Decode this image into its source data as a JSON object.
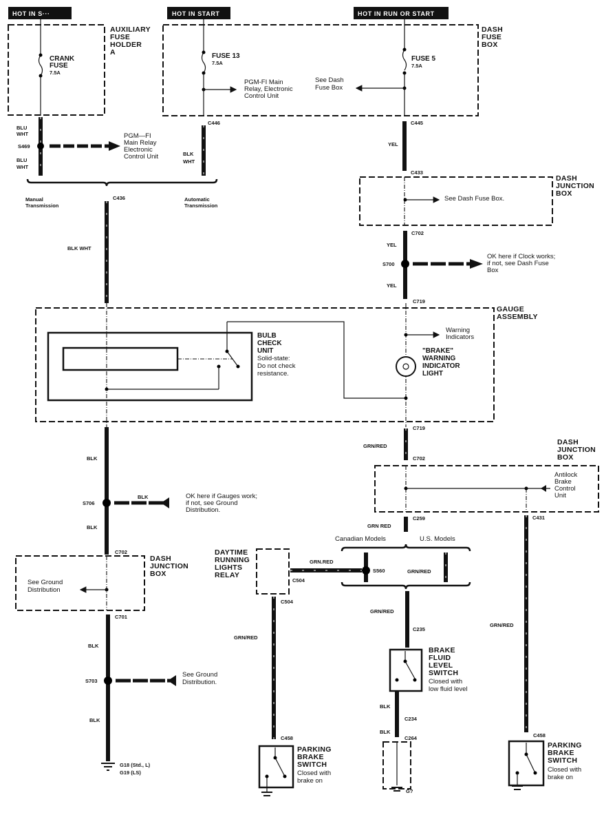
{
  "headers": [
    "HOT IN S···",
    "HOT IN START",
    "HOT IN RUN OR START"
  ],
  "aux_fuse_holder": {
    "label": [
      "AUXILIARY",
      "FUSE",
      "HOLDER",
      "A"
    ],
    "fuse": [
      "CRANK",
      "FUSE",
      "7.5A"
    ]
  },
  "dash_fuse_box": {
    "label": [
      "DASH",
      "FUSE",
      "BOX"
    ],
    "fuse13": [
      "FUSE 13",
      "7.5A"
    ],
    "fuse13_branch": [
      "PGM-FI Main",
      "Relay, Electronic",
      "Control Unit"
    ],
    "fuse5": [
      "FUSE 5",
      "7.5A"
    ],
    "fuse5_branch": [
      "See Dash",
      "Fuse Box"
    ]
  },
  "connectors": {
    "c446": "C446",
    "c445": "C445",
    "c436": "C436",
    "c433": "C433",
    "c702": "C702",
    "c719": "C719",
    "c259": "C259",
    "c431": "C431",
    "c504": "C504",
    "c235": "C235",
    "c234": "C234",
    "c264": "C264",
    "c458": "C458",
    "c701": "C701"
  },
  "splices": {
    "s469": "S469",
    "s700": "S700",
    "s706": "S706",
    "s703": "S703",
    "s560": "S560"
  },
  "wire_colors": {
    "blu_wht": [
      "BLU",
      "WHT"
    ],
    "blk_wht": [
      "BLK",
      "WHT"
    ],
    "blk_wht_inline": "BLK WHT",
    "yel": "YEL",
    "blk": "BLK",
    "grn_red": "GRN/RED",
    "grn_red_alt": "GRN RED",
    "grn_dot_red": "GRN.RED"
  },
  "pgm_fi_note": [
    "PGM—FI",
    "Main Relay",
    "Electronic",
    "Control Unit"
  ],
  "transmission": {
    "manual": [
      "Manual",
      "Transmission"
    ],
    "automatic": [
      "Automatic",
      "Transmission"
    ]
  },
  "dash_junction_box": {
    "label": [
      "DASH",
      "JUNCTION",
      "BOX"
    ],
    "see_fuse_box": "See Dash Fuse Box.",
    "see_ground": [
      "See Ground",
      "Distribution"
    ],
    "antilock": [
      "Antilock",
      "Brake",
      "Control",
      "Unit"
    ]
  },
  "clock_note": [
    "OK here if Clock works;",
    "if not, see Dash Fuse",
    "Box"
  ],
  "gauge_assembly": {
    "label": [
      "GAUGE",
      "ASSEMBLY"
    ],
    "bulb_check": [
      "BULB",
      "CHECK",
      "UNIT"
    ],
    "bulb_check_note": [
      "Solid-state:",
      "Do not check",
      "resistance."
    ],
    "warning_indicators": [
      "Warning",
      "Indicators"
    ],
    "brake_light": [
      "\"BRAKE\"",
      "WARNING",
      "INDICATOR",
      "LIGHT"
    ]
  },
  "gauges_note": [
    "OK here if Gauges work;",
    "if not, see Ground",
    "Distribution."
  ],
  "ground_note": [
    "See Ground",
    "Distribution."
  ],
  "ground_left": [
    "G18 (Std., L)",
    "G19 (LS)"
  ],
  "ground_mid": "G?",
  "models": {
    "canadian": "Canadian Models",
    "us": "U.S. Models"
  },
  "drl_relay": [
    "DAYTIME",
    "RUNNING",
    "LIGHTS",
    "RELAY"
  ],
  "brake_fluid_switch": [
    "BRAKE",
    "FLUID",
    "LEVEL",
    "SWITCH"
  ],
  "brake_fluid_note": [
    "Closed with",
    "low fluid level"
  ],
  "parking_brake_switch": [
    "PARKING",
    "BRAKE",
    "SWITCH"
  ],
  "parking_brake_note": [
    "Closed with",
    "brake on"
  ]
}
